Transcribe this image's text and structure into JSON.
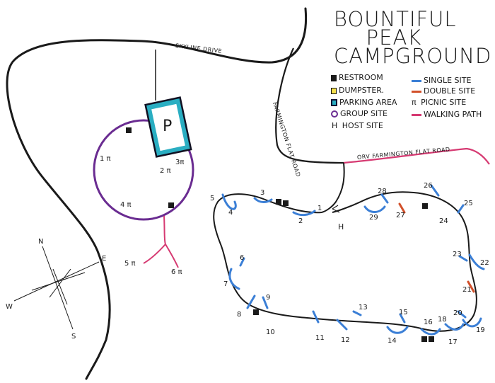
{
  "title": {
    "line1": "BOUNTIFUL",
    "line2": "PEAK",
    "line3": "CAMPGROUND"
  },
  "legend": {
    "restroom": "RESTROOM",
    "dumpster": "DUMPSTER.",
    "parking": "PARKING AREA",
    "group": "GROUP SITE",
    "host_symbol": "H",
    "host": "HOST SITE",
    "single": "SINGLE SITE",
    "double": "DOUBLE SITE",
    "picnic_symbol": "π",
    "picnic": "PICNIC SITE",
    "walking": "WALKING PATH"
  },
  "roads": {
    "skyline": "SKYLINE DRIVE",
    "farmington": "FARMINGTON FLAT ROAD",
    "orv": "ORV FARMINGTON FLAT ROAD"
  },
  "parking_label": "P",
  "host_label": "H",
  "compass": {
    "n": "N",
    "s": "S",
    "e": "E",
    "w": "W"
  },
  "picnic_sites": {
    "p1": "1 π",
    "p2": "2 π",
    "p3": "3π",
    "p4": "4 π",
    "p5": "5 π",
    "p6": "6 π"
  },
  "site_numbers": [
    "1",
    "2",
    "3",
    "4",
    "5",
    "6",
    "7",
    "8",
    "9",
    "10",
    "11",
    "12",
    "13",
    "14",
    "15",
    "16",
    "17",
    "18",
    "19",
    "20",
    "21",
    "22",
    "23",
    "24",
    "25",
    "26",
    "27",
    "28",
    "29"
  ],
  "colors": {
    "road": "#1a1a1a",
    "single_site": "#3b7fd6",
    "double_site": "#d2502a",
    "walking_path": "#d63a72",
    "group_site": "#6a2c91",
    "parking": "#2aaec2",
    "dumpster": "#f4e04d"
  }
}
